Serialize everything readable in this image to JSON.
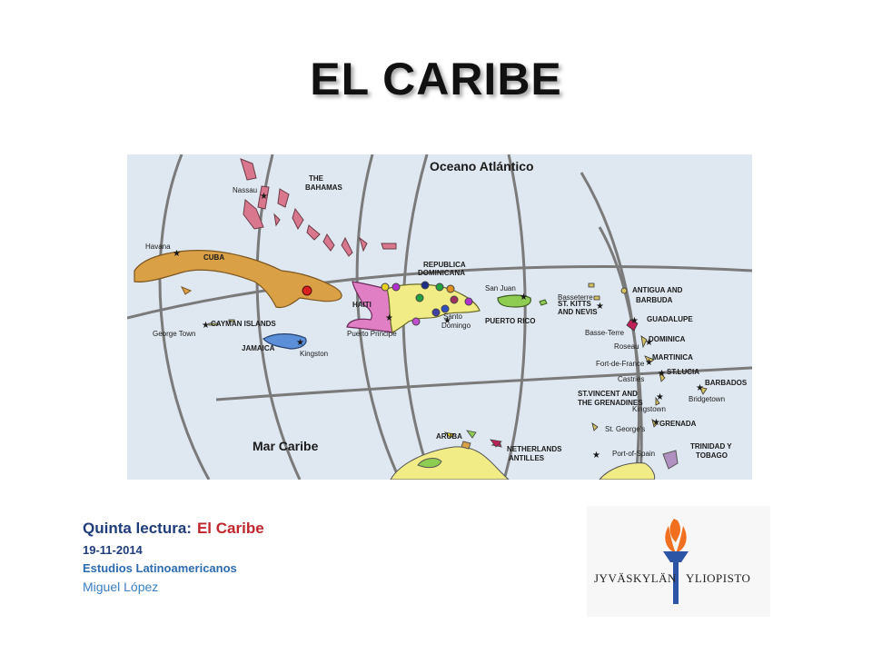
{
  "slide": {
    "title": "EL CARIBE",
    "lecture_label": "Quinta lectura:",
    "lecture_topic": "El Caribe",
    "date": "19-11-2014",
    "course": "Estudios Latinoamericanos",
    "author": "Miguel López"
  },
  "map": {
    "ocean_label": "Oceano Atlántico",
    "sea_label": "Mar Caribe",
    "countries": {
      "bahamas": "THE BAHAMAS",
      "cuba": "CUBA",
      "cayman": "CAYMAN ISLANDS",
      "jamaica": "JAMAICA",
      "haiti": "HAITI",
      "dominicana": "REPUBLICA DOMINICANA",
      "puerto_rico": "PUERTO RICO",
      "kitts": "ST. KITTS AND NEVIS",
      "antigua": "ANTIGUA AND BARBUDA",
      "guadalupe": "GUADALUPE",
      "dominica": "DOMINICA",
      "martinica": "MARTINICA",
      "lucia": "ST.LUCIA",
      "barbados": "BARBADOS",
      "vincent": "ST.VINCENT AND THE GRENADINES",
      "grenada": "GRENADA",
      "trinidad": "TRINIDAD Y TOBAGO",
      "aruba": "ARUBA",
      "antilles": "NETHERLANDS ANTILLES"
    },
    "cities": {
      "nassau": "Nassau",
      "havana": "Havana",
      "george_town": "George Town",
      "kingston_jm": "Kingston",
      "puerto_principe": "Puerto Principe",
      "santo_domingo": "Santo Domingo",
      "san_juan": "San Juan",
      "basseterre": "Basseterre",
      "basse_terre": "Basse-Terre",
      "roseau": "Roseau",
      "fort_de_france": "Fort-de-France",
      "castries": "Castries",
      "bridgetown": "Bridgetown",
      "kingstown": "Kingstown",
      "st_georges": "St. George's",
      "port_of_spain": "Port-of-Spain"
    },
    "colors": {
      "water": "#dfe8f1",
      "cuba": "#d9a045",
      "bahamas": "#d9778f",
      "haiti": "#e07fc4",
      "dominicana": "#f2ec86",
      "puerto_rico": "#8fcc52",
      "jamaica": "#5b8fd8",
      "grid": "#777777"
    }
  },
  "logo": {
    "left_text": "JYVÄSKYLÄN",
    "right_text": "YLIOPISTO",
    "flame_color": "#f07020",
    "torch_color": "#2c55a6"
  }
}
